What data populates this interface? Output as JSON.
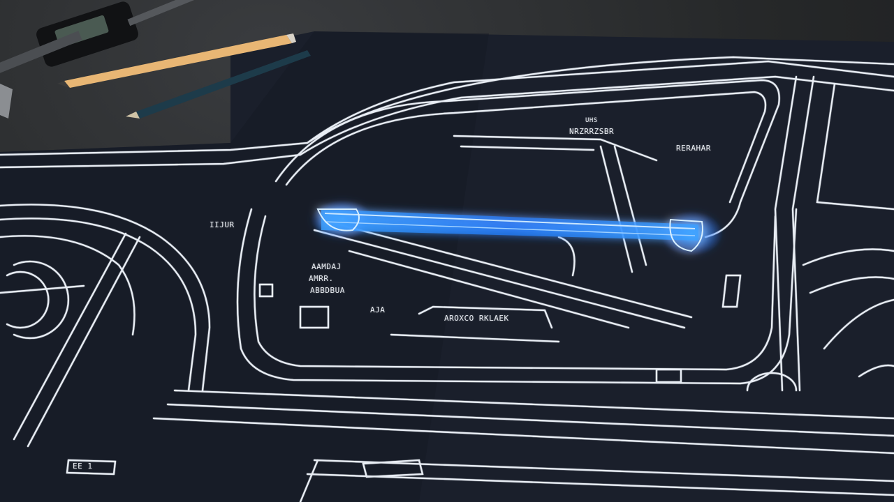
{
  "scene": {
    "subject": "car-door-blueprint",
    "colors": {
      "desk": "#2a2c2e",
      "paper": "#1a1f2b",
      "line": "#e9eef5",
      "glow": "#2f8cff",
      "pencil_wood": "#e8b674",
      "pencil_body": "#1d3b4a"
    }
  },
  "annotations": {
    "top_small": "UHS",
    "top_main": "NRZRRZSBR",
    "top_right": "RERAHAR",
    "left_mid": "IIJUR",
    "left_block_1": "AAMDAJ",
    "left_block_2": "AMRR.",
    "left_block_3": "ABBDBUA",
    "bottom_small": "AJA",
    "bottom_main": "AROXCO RKLAEK",
    "corner_tag": "EE 1"
  }
}
